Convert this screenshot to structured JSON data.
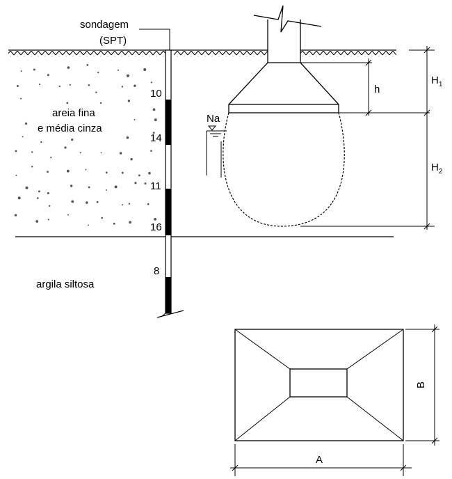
{
  "labels": {
    "sondagem": "sondagem",
    "spt": "(SPT)",
    "sand_line1": "areia fina",
    "sand_line2": "e média cinza",
    "clay": "argila siltosa",
    "water_level": "Na",
    "h": "h",
    "H1": "H",
    "H1_sub": "1",
    "H2": "H",
    "H2_sub": "2",
    "A": "A",
    "B": "B"
  },
  "spt_values": [
    "10",
    "14",
    "11",
    "16",
    "8"
  ],
  "colors": {
    "ink": "#000000",
    "dots": "#555555",
    "background": "#ffffff"
  }
}
